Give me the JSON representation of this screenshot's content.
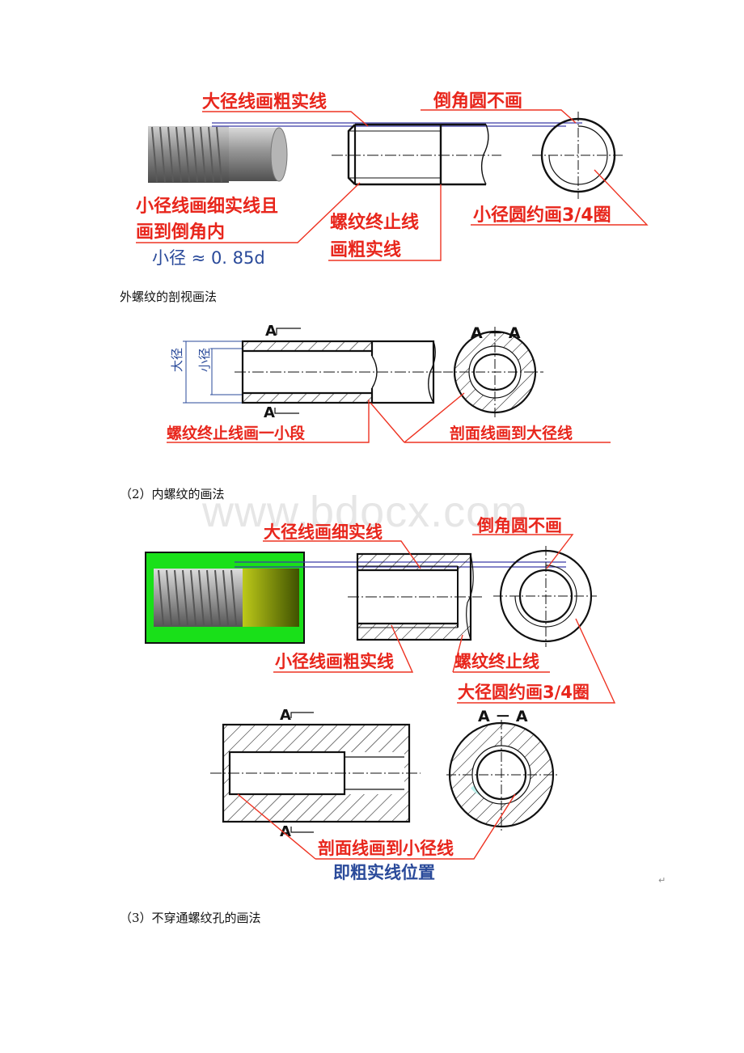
{
  "watermark": "www.bdocx.com",
  "paragraph_mark": "↵",
  "captions": {
    "ext_section": "外螺纹的剖视画法",
    "internal_heading": "（2）内螺纹的画法",
    "blind_hole_heading": "（3）不穿通螺纹孔的画法"
  },
  "fig1": {
    "major_thick": "大径线画粗实线",
    "chamfer_none": "倒角圆不画",
    "minor_thin_1": "小径线画细实线且",
    "minor_thin_2": "画到倒角内",
    "minor_ratio": "小径 ≈ 0. 85d",
    "end_line_1": "螺纹终止线",
    "end_line_2": "画粗实线",
    "minor_circle": "小径圆约画3/4圈"
  },
  "fig2": {
    "section_label": "A － A",
    "cut_top": "A",
    "cut_bottom": "A",
    "dim_major": "大径",
    "dim_minor": "小径",
    "end_short": "螺纹终止线画一小段",
    "hatch_major": "剖面线画到大径线"
  },
  "fig3": {
    "major_thin": "大径线画细实线",
    "chamfer_none": "倒角圆不画",
    "minor_thick": "小径线画粗实线",
    "end_line": "螺纹终止线",
    "major_circle": "大径圆约画3/4圈"
  },
  "fig4": {
    "section_label": "A － A",
    "cut_top": "A",
    "cut_bottom": "A",
    "hatch_minor_1": "剖面线画到小径线",
    "hatch_minor_2": "即粗实线位置"
  },
  "colors": {
    "annotation_red": "#e8261c",
    "leader_red": "#ee3322",
    "guide_blue": "#3a3aa8",
    "label_blue": "#2a4a9a",
    "fill_green": "#19e019"
  }
}
